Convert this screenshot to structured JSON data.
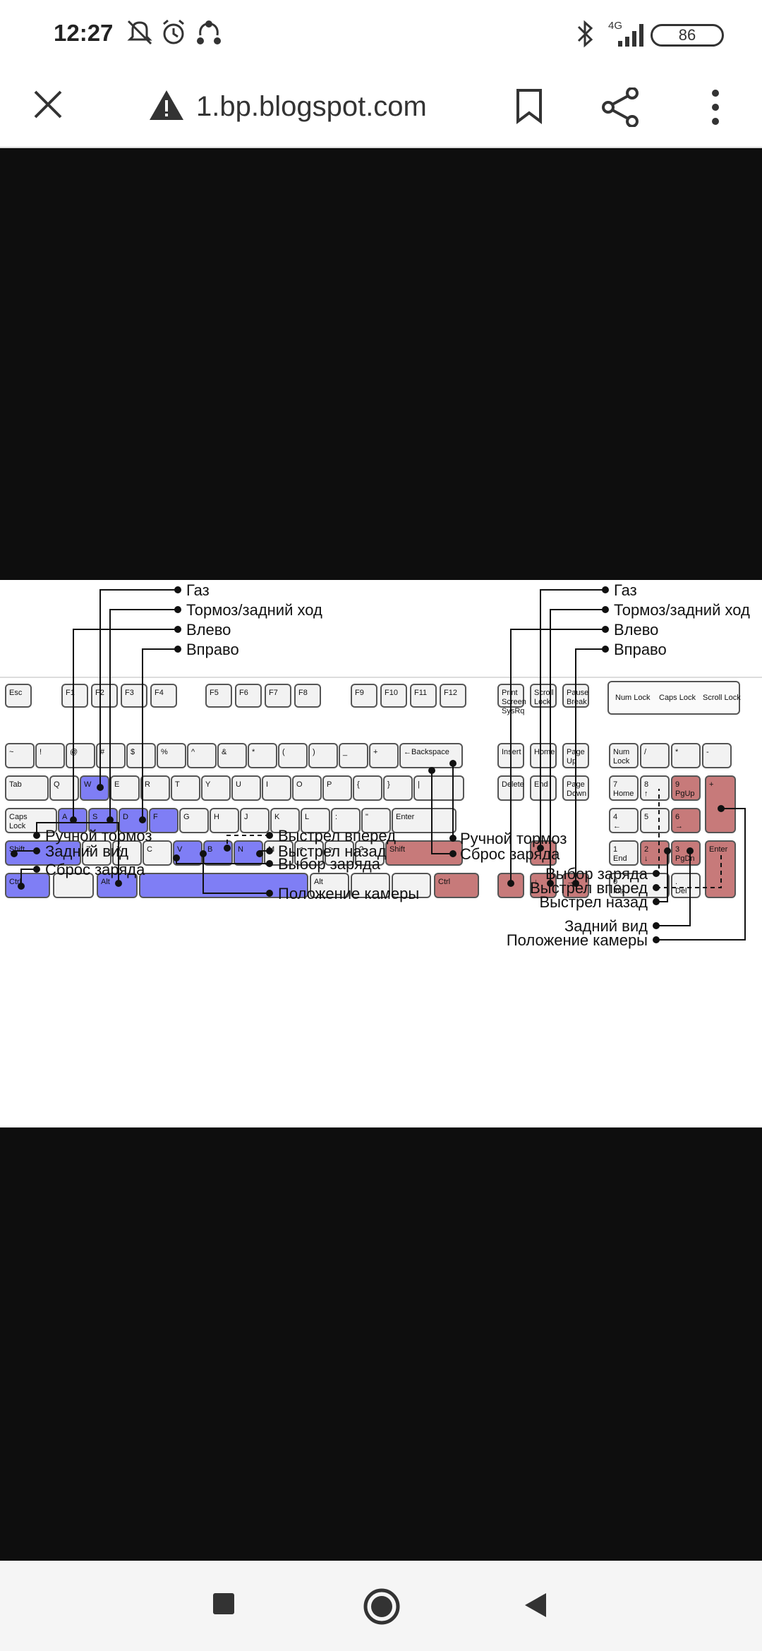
{
  "status": {
    "time": "12:27",
    "network": "4G",
    "battery": "86"
  },
  "browser": {
    "url": "1.bp.blogspot.com",
    "icons": [
      "close-icon",
      "warning-icon",
      "bookmark-icon",
      "share-icon",
      "more-vert-icon"
    ]
  },
  "keyboard": {
    "left_callouts_top": [
      "Газ",
      "Тормоз/задний ход",
      "Влево",
      "Вправо"
    ],
    "right_callouts_top": [
      "Газ",
      "Тормоз/задний ход",
      "Влево",
      "Вправо"
    ],
    "left_callouts_bottom": [
      "Ручной тормоз",
      "Задний вид",
      "Сброс заряда"
    ],
    "middle_callouts_bottom": [
      "Выстрел вперед",
      "Выстрел назад",
      "Выбор заряда",
      "Положение камеры"
    ],
    "right_callouts_bottom_a": [
      "Ручной тормоз",
      "Сброс заряда"
    ],
    "right_callouts_bottom_b": [
      "Выбор заряда",
      "Выстрел вперед",
      "Выстрел назад",
      "Задний вид",
      "Положение камеры"
    ],
    "fkeys": [
      "Esc",
      "F1",
      "F2",
      "F3",
      "F4",
      "F5",
      "F6",
      "F7",
      "F8",
      "F9",
      "F10",
      "F11",
      "F12"
    ],
    "row_num": [
      "~",
      "!",
      "@",
      "#",
      "$",
      "%",
      "^",
      "&",
      "*",
      "(",
      ")",
      "_",
      "+",
      "←Backspace"
    ],
    "row_q": [
      "Tab",
      "Q",
      "W",
      "E",
      "R",
      "T",
      "Y",
      "U",
      "I",
      "O",
      "P",
      "{",
      "}",
      "|"
    ],
    "row_a": [
      "Caps Lock",
      "A",
      "S",
      "D",
      "F",
      "G",
      "H",
      "J",
      "K",
      "L",
      ":",
      "\"",
      "Enter"
    ],
    "row_z": [
      "Shift",
      "Z",
      "X",
      "C",
      "V",
      "B",
      "N",
      "M",
      "<",
      ">",
      "?",
      "Shift"
    ],
    "row_bottom": [
      "Ctrl",
      "Alt",
      "Alt",
      "Ctrl"
    ],
    "nav": [
      "Print Screen SysRq",
      "Scroll Lock",
      "Pause Break",
      "Insert",
      "Home",
      "Page Up",
      "Delete",
      "End",
      "Page Down"
    ],
    "leds": [
      "Num Lock",
      "Caps Lock",
      "Scroll Lock"
    ],
    "numpad": [
      "Num Lock",
      "/",
      "*",
      "-",
      "7 Home",
      "8 ↑",
      "9 PgUp",
      "+",
      "4 ←",
      "5",
      "6 →",
      "1 End",
      "2 ↓",
      "3 PgDn",
      "Enter",
      "0 Ins",
      ". Del"
    ]
  },
  "colors": {
    "blue": "#7f7ef5",
    "red": "#c77a7a"
  }
}
